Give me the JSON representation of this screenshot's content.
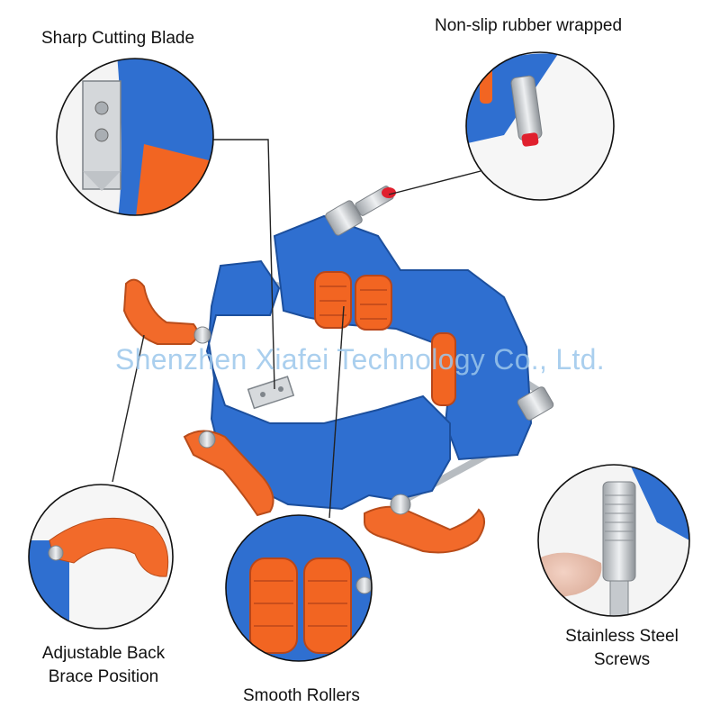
{
  "labels": {
    "blade": "Sharp Cutting Blade",
    "rubber": "Non-slip rubber wrapped",
    "brace_line1": "Adjustable Back",
    "brace_line2": "Brace Position",
    "screws_line1": "Stainless Steel",
    "screws_line2": "Screws",
    "rollers": "Smooth Rollers"
  },
  "watermark": "Shenzhen Xiafei Technology Co., Ltd.",
  "colors": {
    "body_blue": "#2f6fd0",
    "roller_orange": "#f26522",
    "handle_orange": "#f26a2a",
    "steel": "#c9cdd2",
    "rubber_tip_red": "#e0202e"
  }
}
